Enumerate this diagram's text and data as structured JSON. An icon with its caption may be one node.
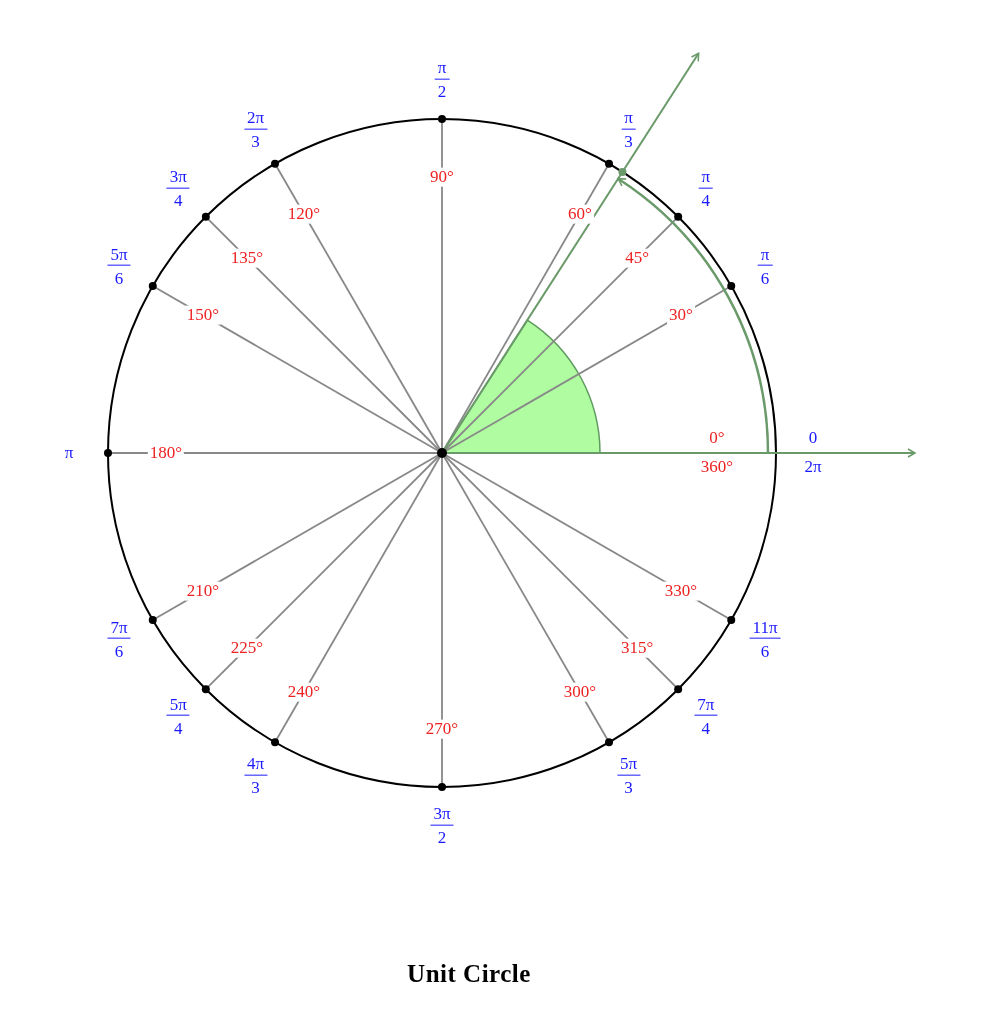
{
  "diagram": {
    "caption": "Unit Circle",
    "labels": [
      "0°",
      "360°",
      "0",
      "2π",
      "30°",
      "π",
      "6",
      "45°",
      "π",
      "4",
      "60°",
      "π",
      "3",
      "90°",
      "π",
      "2",
      "120°",
      "2π",
      "3",
      "135°",
      "3π",
      "4",
      "150°",
      "5π",
      "6",
      "180°",
      "π",
      "210°",
      "7π",
      "6",
      "225°",
      "5π",
      "4",
      "240°",
      "4π",
      "3",
      "270°",
      "3π",
      "2",
      "300°",
      "5π",
      "3",
      "315°",
      "7π",
      "4",
      "330°",
      "11π",
      "6"
    ]
  }
}
